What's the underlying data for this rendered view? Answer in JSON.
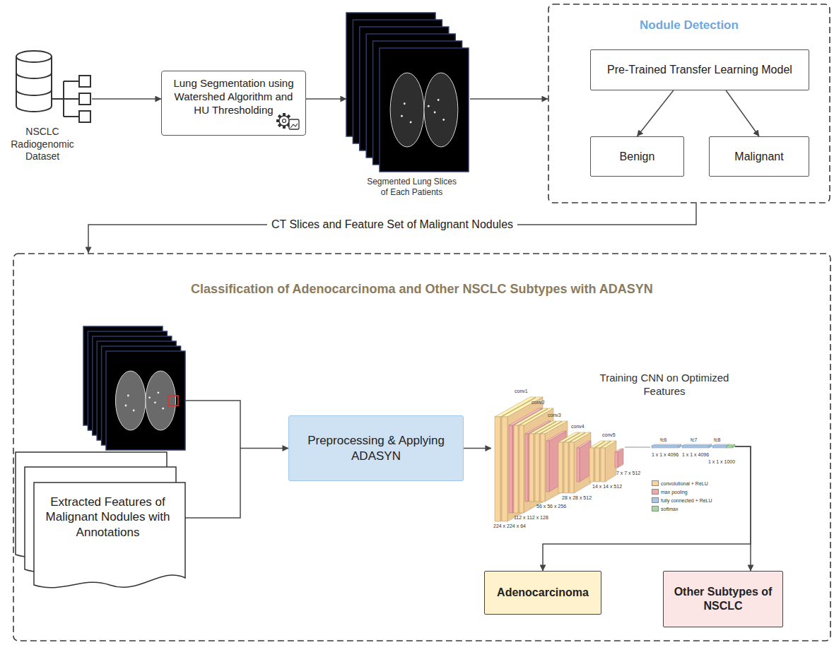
{
  "diagram": {
    "nodes": [
      {
        "text": [
          "NSCLC Radiogenomic Dataset"
        ]
      },
      {
        "text": [
          "Lung Segmentation using Watershed Algorithm and HU Thresholding"
        ]
      },
      {
        "text": [
          "Segmented Lung Slices of Each Patients"
        ]
      },
      {
        "text": [
          "Nodule Detection"
        ]
      },
      {
        "text": [
          "Pre-Trained Transfer Learning Model"
        ],
        "in": 3
      },
      {
        "text": [
          "Benign"
        ],
        "in": 3
      },
      {
        "text": [
          "Malignant"
        ],
        "in": 3
      },
      {
        "text": [
          "Classification of Adenocarcinoma and Other NSCLC Subtypes with ADASYN"
        ]
      },
      {
        "text": [
          "Extracted Features of Malignant Nodules with Annotations"
        ],
        "in": 7
      },
      {
        "text": [
          "Preprocessing & Applying ADASYN"
        ],
        "in": 7
      },
      {
        "text": [
          "Training CNN on Optimized Features"
        ],
        "in": 7
      },
      {
        "text": [
          "Adenocarcinoma"
        ],
        "in": 7
      },
      {
        "text": [
          "Other Subtypes of NSCLC"
        ],
        "in": 7
      }
    ],
    "edges": [
      {
        "from": 0,
        "to": 1,
        "arrow": "to"
      },
      {
        "from": 1,
        "to": 2,
        "arrow": "to"
      },
      {
        "from": 2,
        "to": 3,
        "arrow": "to"
      },
      {
        "from": 4,
        "to": 5,
        "arrow": "to"
      },
      {
        "from": 4,
        "to": 6,
        "arrow": "to"
      },
      {
        "from": 3,
        "to": 7,
        "label": "CT Slices and Feature Set of Malignant Nodules",
        "arrow": "to"
      },
      {
        "from": 8,
        "to": 9,
        "arrow": "to"
      },
      {
        "from": 9,
        "to": 10,
        "arrow": "to"
      },
      {
        "from": 10,
        "to": 11,
        "arrow": "to"
      },
      {
        "from": 10,
        "to": 12,
        "arrow": "to"
      }
    ],
    "labels": [
      "conv1",
      "conv2",
      "conv3",
      "conv4",
      "conv5",
      "fc6",
      "fc7",
      "fc8",
      "224 x 224 x 64",
      "112 x 112 x 128",
      "56 x 56 x 256",
      "28 x 28 x 512",
      "14 x 14 x 512",
      "7 x 7 x 512",
      "1 x 1 x 4096",
      "1 x 1 x 4096",
      "1 x 1 x 1000"
    ],
    "legend": [
      {
        "text": "convolutional + ReLU",
        "color": "#f9d49c"
      },
      {
        "text": "max pooling",
        "color": "#f2a7a9"
      },
      {
        "text": "fully connected + ReLU",
        "color": "#a9c6ec"
      },
      {
        "text": "softmax",
        "color": "#a6d9a0"
      }
    ]
  }
}
